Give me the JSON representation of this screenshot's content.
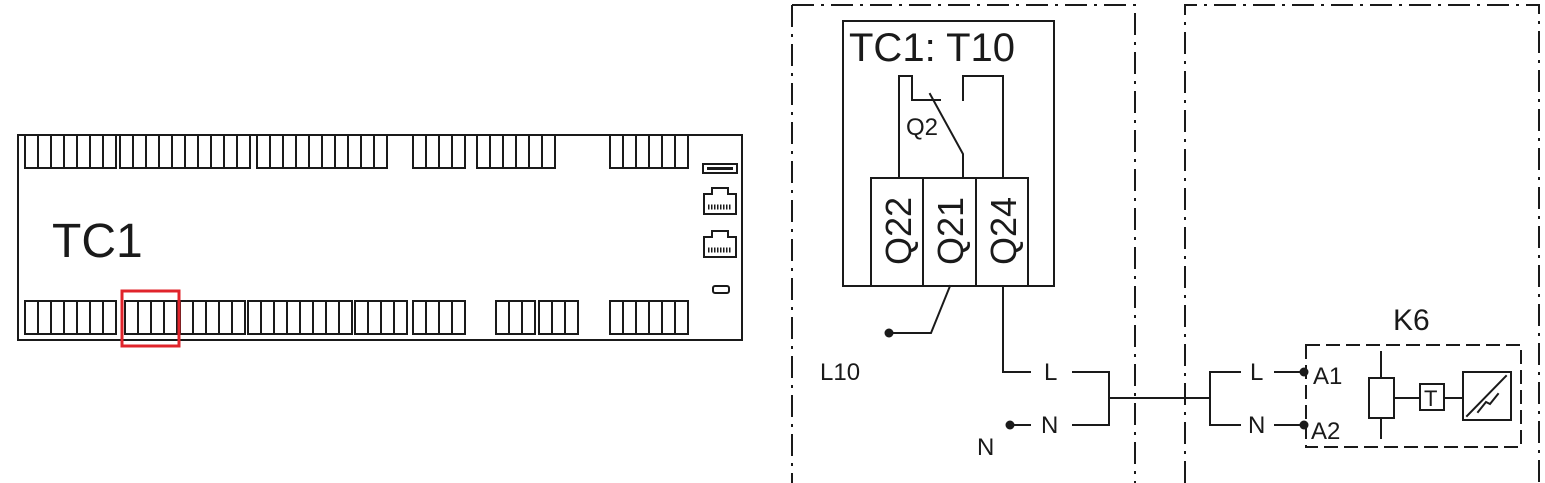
{
  "controller": {
    "label": "TC1"
  },
  "highlight": {
    "color": "#e0242b"
  },
  "module": {
    "title": "TC1:  T10"
  },
  "relay": {
    "label": "Q2",
    "terminals": [
      "Q22",
      "Q21",
      "Q24"
    ]
  },
  "wiring": {
    "line_label": "L10",
    "left_L": "L",
    "left_N": "N",
    "neutral_label": "N",
    "right_L": "L",
    "right_N": "N"
  },
  "contactor": {
    "label": "K6",
    "coil_a1": "A1",
    "coil_a2": "A2",
    "timer": "T"
  }
}
